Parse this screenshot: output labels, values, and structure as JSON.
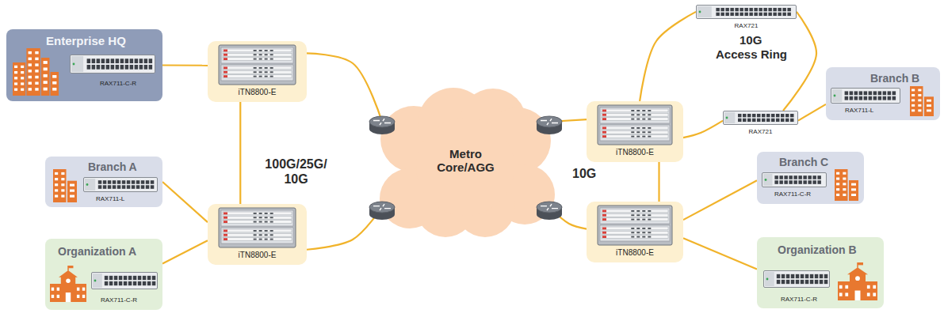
{
  "diagram": {
    "nodes": [
      {
        "text": [
          "Enterprise HQ",
          "RAX711-C-R"
        ]
      },
      {
        "text": [
          "iTN8800-E"
        ]
      },
      {
        "text": [
          "RAX721"
        ]
      },
      {
        "text": [
          "Branch B",
          "RAX711-L"
        ]
      },
      {
        "text": [
          "RAX721"
        ]
      },
      {
        "text": [
          "iTN8800-E"
        ]
      },
      {
        "text": [
          "Metro Core/AGG"
        ]
      },
      {
        "text": [
          "Branch A",
          "RAX711-L"
        ]
      },
      {
        "text": [
          "iTN8800-E"
        ]
      },
      {
        "text": [
          "Branch C",
          "RAX711-C-R"
        ]
      },
      {
        "text": [
          "iTN8800-E"
        ]
      },
      {
        "text": [
          "Organization A",
          "RAX711-C-R"
        ]
      },
      {
        "text": [
          "Organization B",
          "RAX711-C-R"
        ]
      }
    ],
    "edges": [
      {
        "from": 0,
        "to": 1,
        "arrow": "none"
      },
      {
        "from": 1,
        "to": 8,
        "arrow": "none"
      },
      {
        "from": 1,
        "to": 6,
        "arrow": "none"
      },
      {
        "from": 8,
        "to": 6,
        "arrow": "none"
      },
      {
        "from": 8,
        "to": 7,
        "arrow": "none"
      },
      {
        "from": 8,
        "to": 11,
        "arrow": "none"
      },
      {
        "from": 5,
        "to": 6,
        "arrow": "none"
      },
      {
        "from": 10,
        "to": 6,
        "arrow": "none"
      },
      {
        "from": 5,
        "to": 10,
        "arrow": "none"
      },
      {
        "from": 5,
        "to": 2,
        "arrow": "none"
      },
      {
        "from": 2,
        "to": 4,
        "arrow": "none"
      },
      {
        "from": 4,
        "to": 5,
        "arrow": "none"
      },
      {
        "from": 4,
        "to": 3,
        "arrow": "none"
      },
      {
        "from": 10,
        "to": 9,
        "arrow": "none"
      },
      {
        "from": 10,
        "to": 12,
        "arrow": "none"
      }
    ],
    "labels": [
      "10G Access Ring",
      "100G/25G/ 10G",
      "10G"
    ]
  }
}
